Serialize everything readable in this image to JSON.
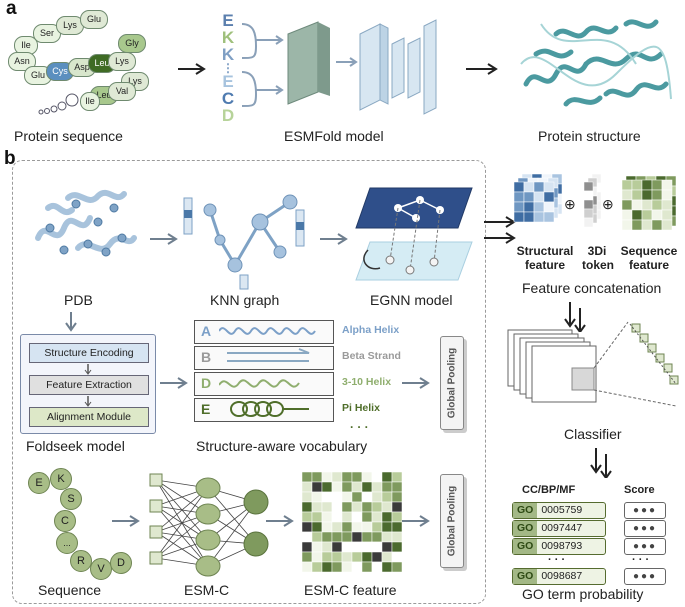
{
  "panel_a": {
    "letter": "a",
    "amino_acids": [
      "Ser",
      "Lys",
      "Glu",
      "Ile",
      "Asn",
      "Glu",
      "Cys",
      "Asp",
      "Leu",
      "Lys",
      "Gly",
      "Lys",
      "Leu",
      "Val",
      "Ile"
    ],
    "esm_letters": [
      "E",
      "K",
      "K",
      "E",
      "C",
      "D"
    ],
    "label_sequence": "Protein sequence",
    "label_esmfold": "ESMFold model",
    "label_structure": "Protein structure"
  },
  "panel_b": {
    "letter": "b",
    "label_pdb": "PDB",
    "label_knn": "KNN graph",
    "label_egnn": "EGNN model",
    "foldseek": {
      "rows": [
        "Structure Encoding",
        "Feature Extraction",
        "Alignment Module"
      ],
      "label": "Foldseek model"
    },
    "vocab": {
      "rows": [
        {
          "letter": "A",
          "name": "Alpha Helix",
          "color": "#7ca0c8"
        },
        {
          "letter": "B",
          "name": "Beta Strand",
          "color": "#9a9a9a"
        },
        {
          "letter": "D",
          "name": "3-10 Helix",
          "color": "#8fae6e"
        },
        {
          "letter": "E",
          "name": "Pi Helix",
          "color": "#4f6e2a"
        }
      ],
      "ellipsis": "· · ·",
      "label": "Structure-aware vocabulary"
    },
    "global_pooling": "Global Pooling",
    "sequence_letters": [
      "E",
      "K",
      "S",
      "C",
      "...",
      "R",
      "V",
      "D"
    ],
    "label_sequence": "Sequence",
    "label_esmc": "ESM-C",
    "label_esmc_feature": "ESM-C feature",
    "right": {
      "structural_feature": "Structural feature",
      "token_3di": "3Di token",
      "sequence_feature": "Sequence feature",
      "plus": "⊕",
      "feature_concat": "Feature concatenation",
      "classifier": "Classifier",
      "col_terms": "CC/BP/MF",
      "col_score": "Score",
      "go_tag": "GO",
      "go_terms": [
        "0005759",
        "0097447",
        "0098793",
        "0098687"
      ],
      "ellipsis": "· · ·",
      "score_dots": "●●●",
      "go_prob": "GO term probability"
    }
  }
}
